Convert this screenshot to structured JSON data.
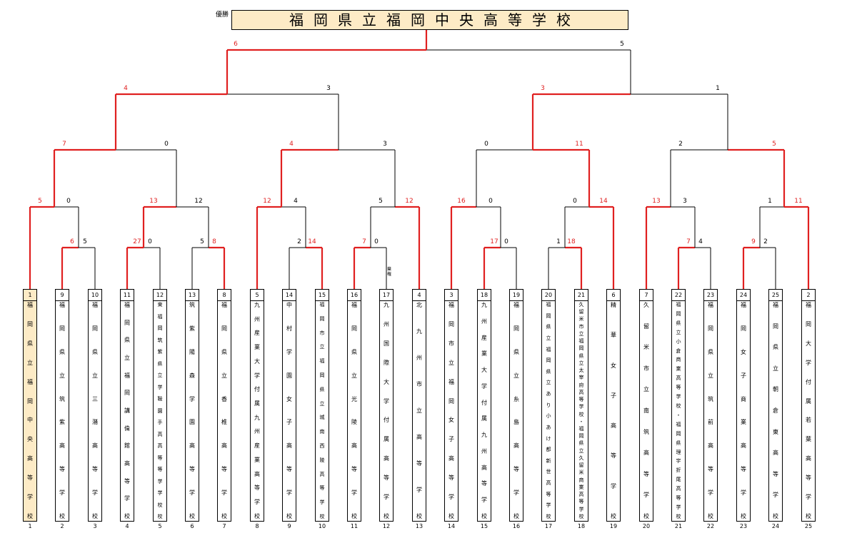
{
  "champion": {
    "label": "優勝",
    "name": "福岡県立福岡中央高等学校"
  },
  "note": "棄権",
  "teams": [
    {
      "pos": "1",
      "seed": "1",
      "name": "福岡県立福岡中央高等学校",
      "champion": true
    },
    {
      "pos": "2",
      "seed": "9",
      "name": "福岡県立筑紫高等学校"
    },
    {
      "pos": "3",
      "seed": "10",
      "name": "福岡県立三潴高等学校"
    },
    {
      "pos": "4",
      "seed": "11",
      "name": "福岡県立福岡講倫館高等学校"
    },
    {
      "pos": "5",
      "seed": "12",
      "name": "東福岡筑紫県立学鞍園手高高等等学学校校",
      "dense": true
    },
    {
      "pos": "6",
      "seed": "13",
      "name": "筑紫陽森学園高等学校"
    },
    {
      "pos": "7",
      "seed": "8",
      "name": "福岡県立香椎高等学校"
    },
    {
      "pos": "8",
      "seed": "5",
      "name": "九州産業大学付属九州産業高等学校"
    },
    {
      "pos": "9",
      "seed": "14",
      "name": "中村学園女子高等学校"
    },
    {
      "pos": "10",
      "seed": "15",
      "name": "福岡市立福岡県立城南西陵高等学校",
      "dense": true
    },
    {
      "pos": "11",
      "seed": "16",
      "name": "福岡県立光陵高等学校"
    },
    {
      "pos": "12",
      "seed": "17",
      "name": "九州国際大学付属高等学校"
    },
    {
      "pos": "13",
      "seed": "4",
      "name": "北九州市立高等学校"
    },
    {
      "pos": "14",
      "seed": "3",
      "name": "福岡市立福岡女子高等学校"
    },
    {
      "pos": "15",
      "seed": "18",
      "name": "九州産業大学付属九州高等学校"
    },
    {
      "pos": "16",
      "seed": "19",
      "name": "福岡県立糸島高等学校"
    },
    {
      "pos": "17",
      "seed": "20",
      "name": "福岡県立福岡県立あり小あけ都新世高等学校",
      "dense": true
    },
    {
      "pos": "18",
      "seed": "21",
      "name": "久留米市立福岡県立太宰府高等学校・福岡県立久留米商業高等学校",
      "dense": true
    },
    {
      "pos": "19",
      "seed": "6",
      "name": "精華女子高等学校"
    },
    {
      "pos": "20",
      "seed": "7",
      "name": "久留米市立南筑高等学校"
    },
    {
      "pos": "21",
      "seed": "22",
      "name": "福岡県立小倉商業高等学校・福岡県理宇折尾高等学校",
      "dense": true
    },
    {
      "pos": "22",
      "seed": "23",
      "name": "福岡県立筑前高等学校"
    },
    {
      "pos": "23",
      "seed": "24",
      "name": "福岡女子商業高等学校"
    },
    {
      "pos": "24",
      "seed": "25",
      "name": "福岡県立朝倉東高等学校"
    },
    {
      "pos": "25",
      "seed": "2",
      "name": "福岡大学付属若葉高等学校"
    }
  ],
  "matches": [
    {
      "id": "r1a",
      "l": "p4",
      "r": "p5",
      "ls": "27",
      "rs": "0",
      "winner": "l"
    },
    {
      "id": "r1b",
      "l": "p6",
      "r": "p7",
      "ls": "5",
      "rs": "8",
      "winner": "r"
    },
    {
      "id": "r1c",
      "l": "p9",
      "r": "p10",
      "ls": "2",
      "rs": "14",
      "winner": "r"
    },
    {
      "id": "r1d",
      "l": "p11",
      "r": "p12",
      "ls": "7",
      "rs": "0",
      "winner": "l"
    },
    {
      "id": "r1e",
      "l": "p15",
      "r": "p16",
      "ls": "17",
      "rs": "0",
      "winner": "l"
    },
    {
      "id": "r1f",
      "l": "p17",
      "r": "p18",
      "ls": "1",
      "rs": "18",
      "winner": "r"
    },
    {
      "id": "r1g",
      "l": "p21",
      "r": "p22",
      "ls": "7",
      "rs": "4",
      "winner": "l"
    },
    {
      "id": "r1h",
      "l": "p23",
      "r": "p24",
      "ls": "9",
      "rs": "2",
      "winner": "l"
    },
    {
      "id": "r2a",
      "l": "p2",
      "r": "p3",
      "ls": "6",
      "rs": "5",
      "winner": "l"
    },
    {
      "id": "r3a",
      "l": "p1",
      "r": "r2a",
      "ls": "5",
      "rs": "0",
      "winner": "l"
    },
    {
      "id": "r3b",
      "l": "r1a",
      "r": "r1b",
      "ls": "13",
      "rs": "12",
      "winner": "l"
    },
    {
      "id": "r3c",
      "l": "p8",
      "r": "r1c",
      "ls": "12",
      "rs": "4",
      "winner": "l"
    },
    {
      "id": "r3d",
      "l": "r1d",
      "r": "p13",
      "ls": "5",
      "rs": "12",
      "winner": "r"
    },
    {
      "id": "r3e",
      "l": "p14",
      "r": "r1e",
      "ls": "16",
      "rs": "0",
      "winner": "l"
    },
    {
      "id": "r3f",
      "l": "r1f",
      "r": "p19",
      "ls": "0",
      "rs": "14",
      "winner": "r"
    },
    {
      "id": "r3g",
      "l": "p20",
      "r": "r1g",
      "ls": "13",
      "rs": "3",
      "winner": "l"
    },
    {
      "id": "r3h",
      "l": "r1h",
      "r": "p25",
      "ls": "1",
      "rs": "11",
      "winner": "r"
    },
    {
      "id": "r4a",
      "l": "r3a",
      "r": "r3b",
      "ls": "7",
      "rs": "0",
      "winner": "l"
    },
    {
      "id": "r4b",
      "l": "r3c",
      "r": "r3d",
      "ls": "4",
      "rs": "3",
      "winner": "l"
    },
    {
      "id": "r4c",
      "l": "r3e",
      "r": "r3f",
      "ls": "0",
      "rs": "11",
      "winner": "r"
    },
    {
      "id": "r4d",
      "l": "r3g",
      "r": "r3h",
      "ls": "2",
      "rs": "5",
      "winner": "r"
    },
    {
      "id": "r5a",
      "l": "r4a",
      "r": "r4b",
      "ls": "4",
      "rs": "3",
      "winner": "l"
    },
    {
      "id": "r5b",
      "l": "r4c",
      "r": "r4d",
      "ls": "3",
      "rs": "1",
      "winner": "l"
    },
    {
      "id": "final",
      "l": "r5a",
      "r": "r5b",
      "ls": "6",
      "rs": "5",
      "winner": "l"
    }
  ],
  "colors": {
    "win": "#e02020",
    "line": "#000000",
    "champion_bg": "#fdebc6"
  }
}
